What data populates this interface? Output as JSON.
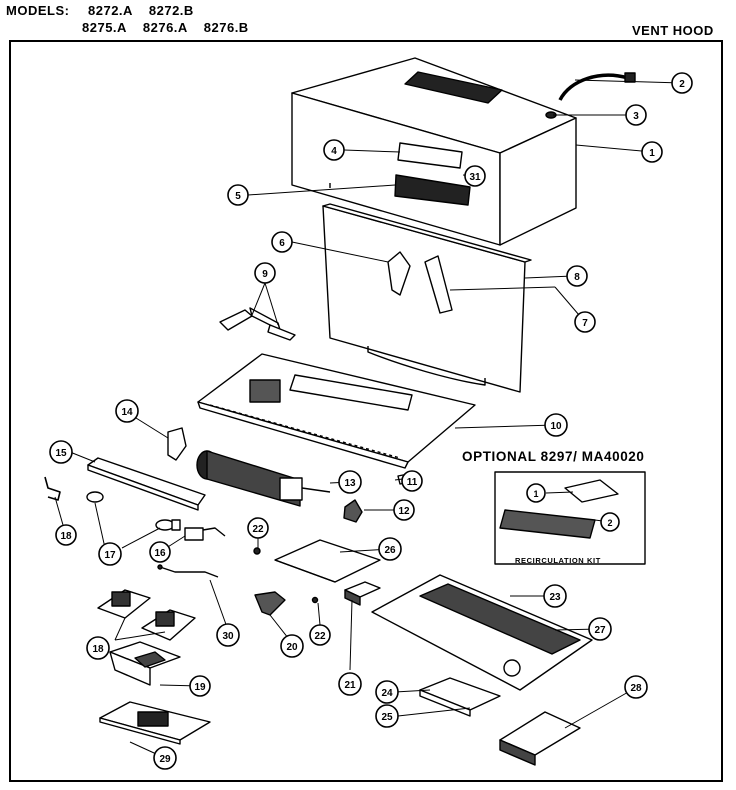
{
  "header": {
    "models_label": "MODELS:",
    "models_line1": "8272.A    8272.B",
    "models_line2": "8275.A    8276.A    8276.B",
    "title": "VENT HOOD"
  },
  "optional": {
    "label": "OPTIONAL 8297/ MA40020",
    "kit_label": "RECIRCULATION KIT",
    "callouts": [
      "1",
      "2"
    ]
  },
  "callouts": [
    "1",
    "2",
    "3",
    "4",
    "5",
    "6",
    "7",
    "8",
    "9",
    "10",
    "11",
    "12",
    "13",
    "14",
    "15",
    "16",
    "17",
    "18",
    "18",
    "19",
    "20",
    "21",
    "22",
    "22",
    "23",
    "24",
    "25",
    "26",
    "27",
    "28",
    "29",
    "30",
    "31"
  ]
}
